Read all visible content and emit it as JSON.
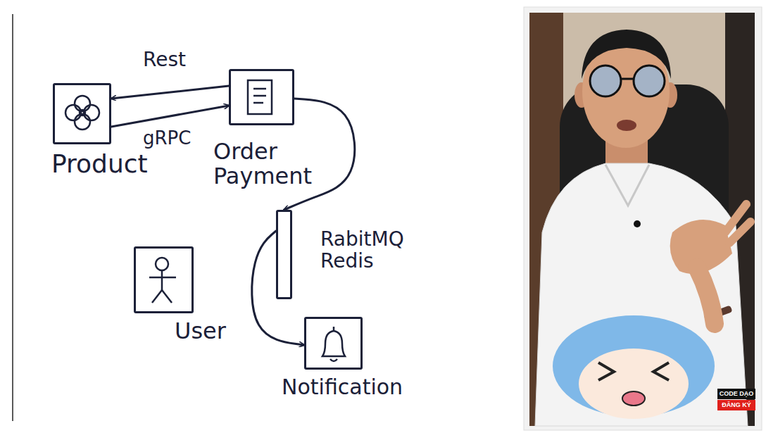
{
  "diagram": {
    "nodes": [
      {
        "text": [
          "Product"
        ]
      },
      {
        "text": [
          "Order Payment"
        ]
      },
      {
        "text": [
          "RabitMQ Redis"
        ]
      },
      {
        "text": [
          "User"
        ]
      },
      {
        "text": [
          "Notification"
        ]
      }
    ],
    "edges": [
      {
        "from": 1,
        "to": 0,
        "arrow": "to",
        "label": "Rest"
      },
      {
        "from": 0,
        "to": 1,
        "arrow": "to",
        "label": "gRPC"
      },
      {
        "from": 1,
        "to": 2,
        "arrow": "to"
      },
      {
        "from": 2,
        "to": 4,
        "arrow": "to"
      }
    ],
    "labels": [
      "CODE DẠO",
      "ĐĂNG KÝ"
    ]
  }
}
